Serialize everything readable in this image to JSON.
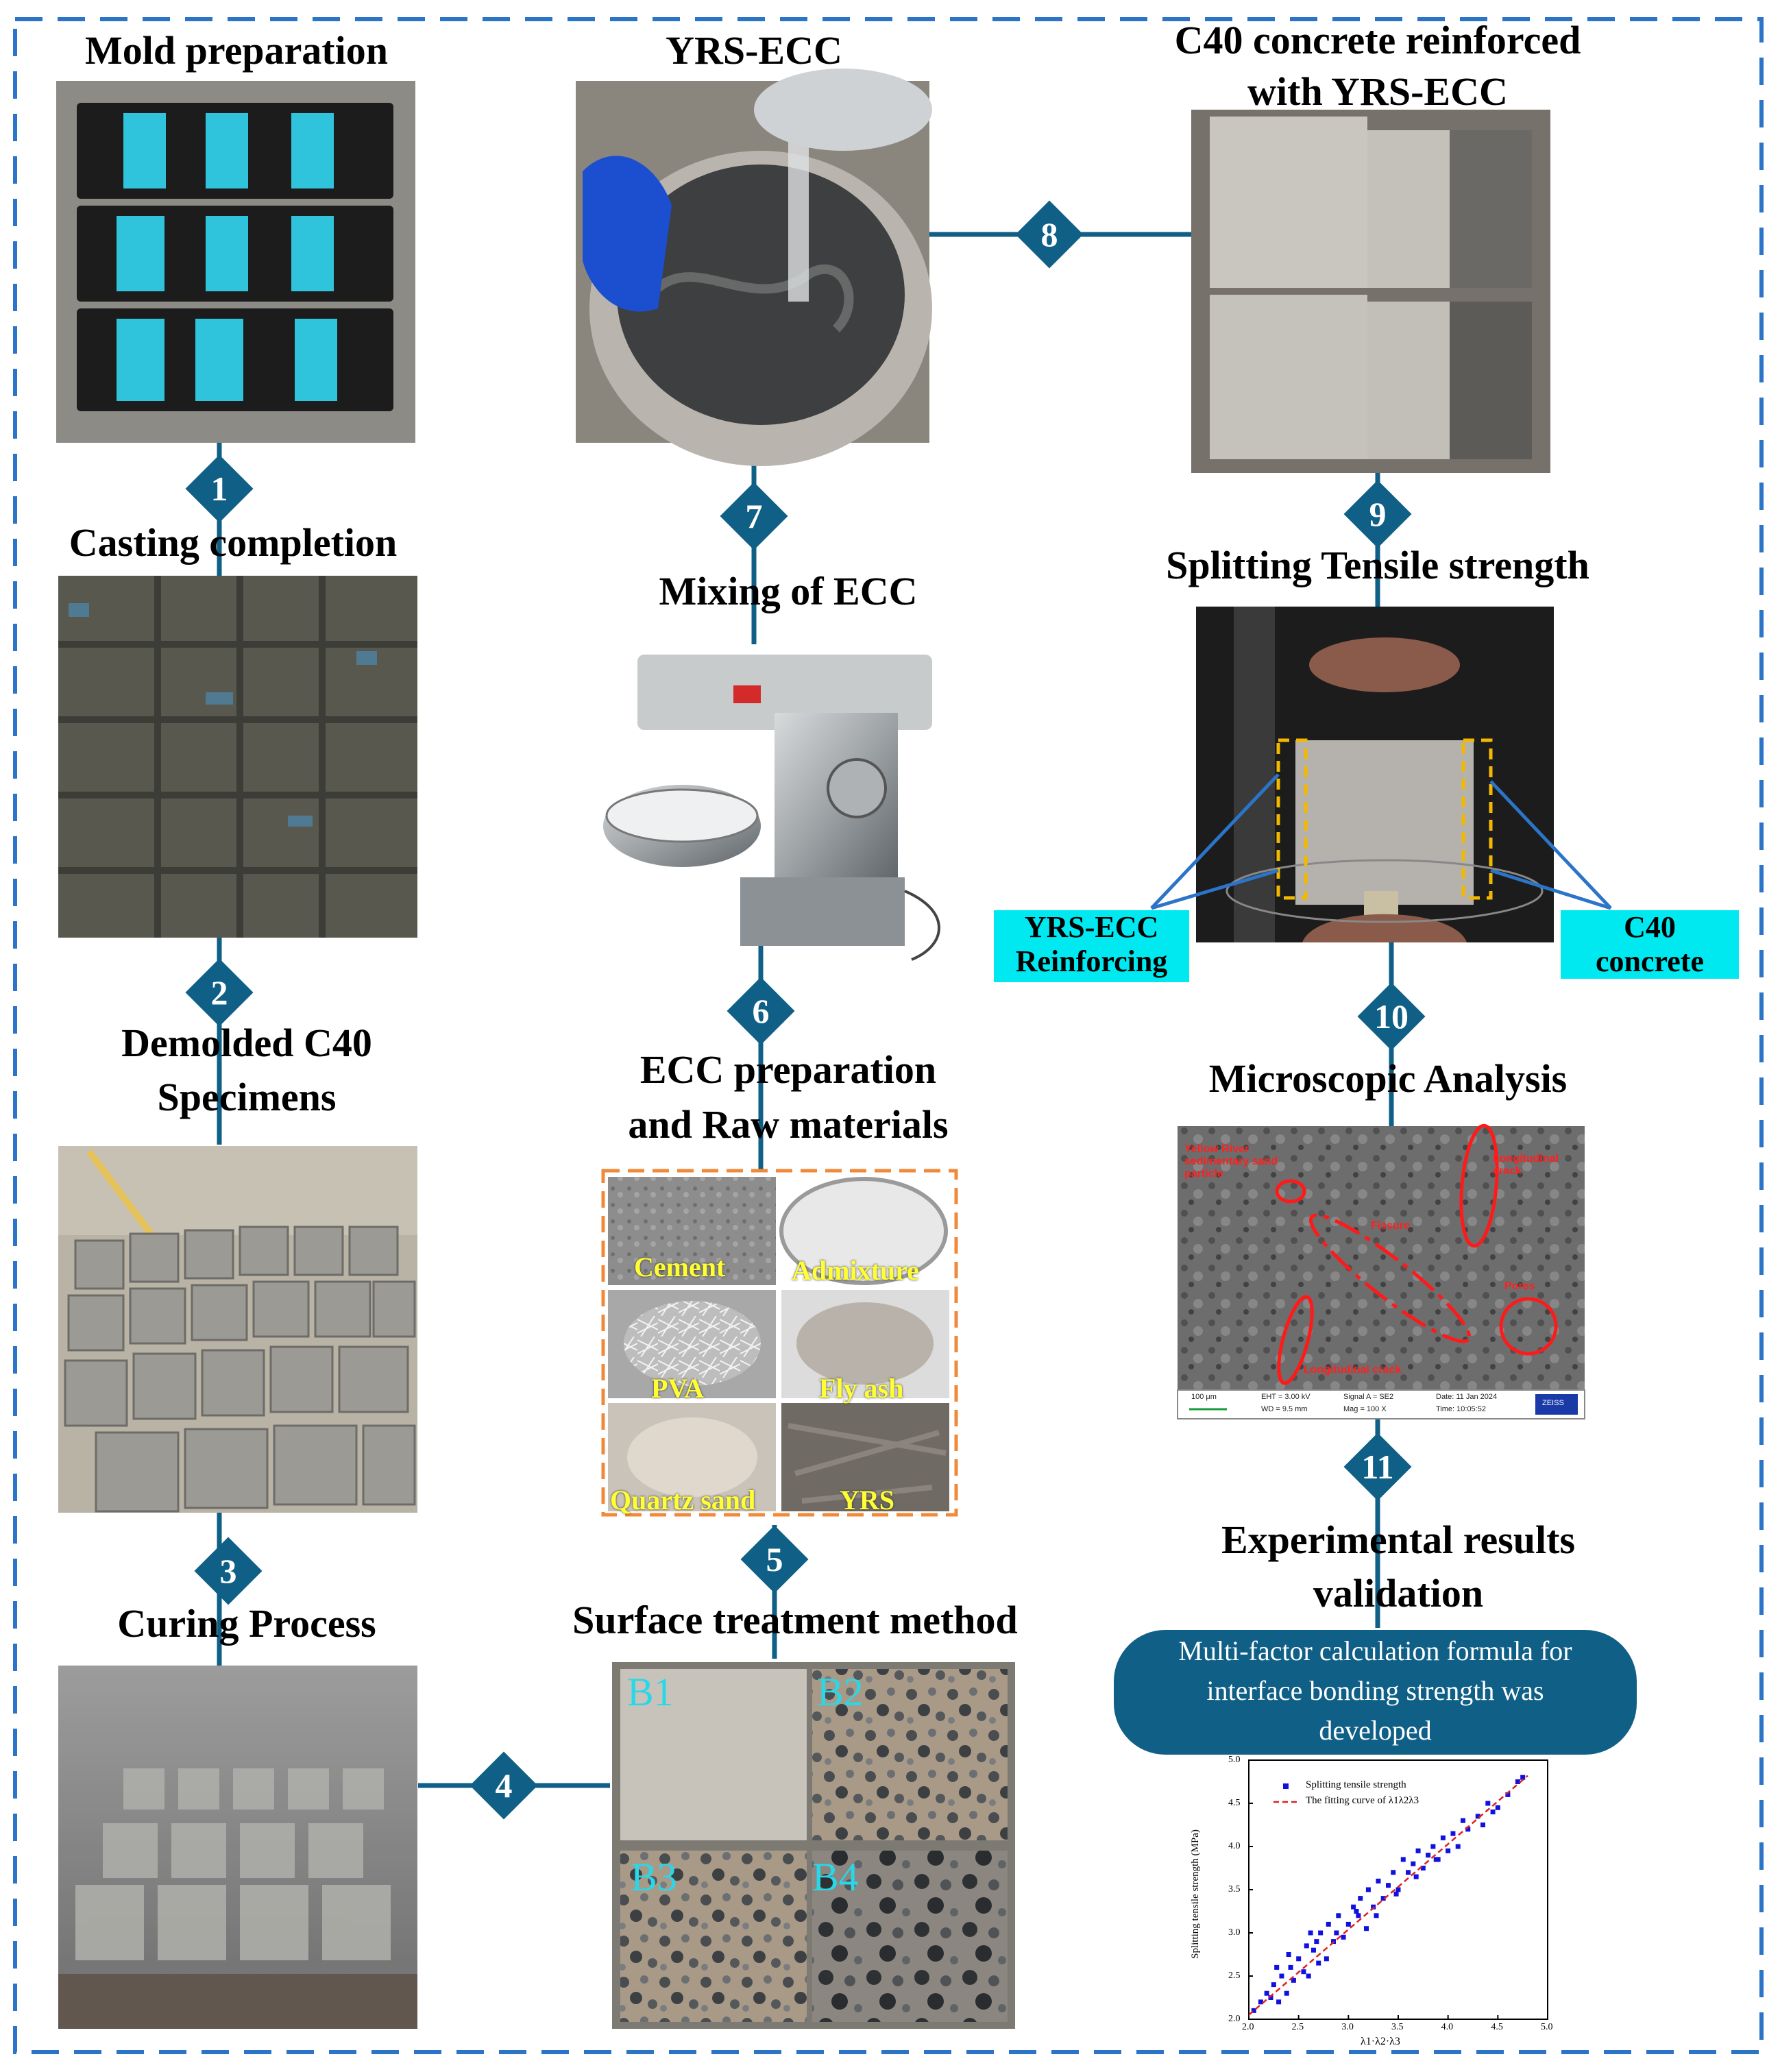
{
  "colors": {
    "accent": "#0f5f86",
    "frame": "#2b74c8",
    "callout": "#00e8f0",
    "material_text": "#ffff33",
    "sample_text": "#28d8e8"
  },
  "steps": [
    {
      "title": "Mold preparation"
    },
    {
      "title": "Casting completion"
    },
    {
      "title_line1": "Demolded C40",
      "title_line2": "Specimens"
    },
    {
      "title": "Curing Process"
    },
    {
      "title": "Surface treatment method"
    },
    {
      "title_line1": "ECC preparation",
      "title_line2": "and Raw materials"
    },
    {
      "title": "Mixing of  ECC"
    },
    {
      "title": "YRS-ECC"
    },
    {
      "title_line1": "C40 concrete reinforced",
      "title_line2": "with YRS-ECC"
    },
    {
      "title": "Splitting Tensile strength"
    },
    {
      "title": "Microscopic Analysis"
    },
    {
      "title_line1": "Experimental results",
      "title_line2": "validation"
    }
  ],
  "connector_numbers": [
    "1",
    "2",
    "3",
    "4",
    "5",
    "6",
    "7",
    "8",
    "9",
    "10",
    "11"
  ],
  "surface_samples": [
    "B1",
    "B2",
    "B3",
    "B4"
  ],
  "materials": [
    "Cement",
    "Admixture",
    "PVA",
    "Fly ash",
    "Quartz sand",
    "YRS"
  ],
  "callouts": {
    "left_line1": "YRS-ECC",
    "left_line2": "Reinforcing",
    "right_line1": "C40",
    "right_line2": "concrete"
  },
  "microscope": {
    "annotations": [
      "Yellow River sedimentary sand particle",
      "Longitudinal crack",
      "Fissure",
      "Pores",
      "Longitudinal crack"
    ],
    "scale_bar": "100 μm",
    "info": [
      "EHT = 3.00 kV",
      "WD = 9.5 mm",
      "Signal A = SE2",
      "Mag = 100 X",
      "Date: 11 Jan 2024",
      "Time: 10:05:52"
    ],
    "brand": "ZEISS"
  },
  "result_box": {
    "line1": "Multi-factor calculation formula for",
    "line2": "interface bonding strength was",
    "line3": "developed"
  },
  "chart_data": {
    "type": "scatter",
    "title": "",
    "xlabel": "λ1·λ2·λ3",
    "ylabel": "Splitting tensile strength (MPa)",
    "xlim": [
      2.0,
      5.0
    ],
    "ylim": [
      2.0,
      5.0
    ],
    "xticks": [
      "2.0",
      "2.5",
      "3.0",
      "3.5",
      "4.0",
      "4.5",
      "5.0"
    ],
    "yticks": [
      "2.0",
      "2.5",
      "3.0",
      "3.5",
      "4.0",
      "4.5",
      "5.0"
    ],
    "legend_position": "top-left",
    "series": [
      {
        "name": "Splitting tensile strength",
        "kind": "points",
        "x": [
          2.05,
          2.12,
          2.18,
          2.22,
          2.25,
          2.3,
          2.33,
          2.38,
          2.42,
          2.45,
          2.5,
          2.55,
          2.6,
          2.62,
          2.65,
          2.7,
          2.72,
          2.78,
          2.8,
          2.85,
          2.9,
          2.95,
          3.0,
          3.05,
          3.1,
          3.12,
          3.18,
          3.2,
          3.25,
          3.3,
          3.35,
          3.4,
          3.45,
          3.5,
          3.55,
          3.6,
          3.65,
          3.7,
          3.75,
          3.8,
          3.85,
          3.9,
          3.95,
          4.0,
          4.05,
          4.1,
          4.15,
          4.2,
          4.3,
          4.35,
          4.4,
          4.45,
          4.5,
          4.6,
          4.7,
          4.75,
          2.28,
          2.4,
          2.58,
          2.68,
          2.88,
          3.08,
          3.28,
          3.48,
          3.68,
          3.88
        ],
        "y": [
          2.1,
          2.2,
          2.3,
          2.25,
          2.4,
          2.2,
          2.5,
          2.3,
          2.6,
          2.45,
          2.7,
          2.55,
          2.5,
          3.0,
          2.8,
          2.65,
          3.0,
          2.7,
          3.1,
          2.9,
          3.2,
          2.95,
          3.1,
          3.3,
          3.2,
          3.4,
          3.05,
          3.5,
          3.3,
          3.6,
          3.4,
          3.55,
          3.7,
          3.5,
          3.85,
          3.7,
          3.8,
          3.95,
          3.75,
          3.9,
          4.0,
          3.85,
          4.1,
          3.95,
          4.15,
          4.0,
          4.3,
          4.2,
          4.35,
          4.25,
          4.5,
          4.4,
          4.45,
          4.6,
          4.75,
          4.8,
          2.6,
          2.75,
          2.85,
          2.9,
          3.0,
          3.25,
          3.2,
          3.45,
          3.65,
          3.85
        ]
      },
      {
        "name": "The fitting curve of λ1λ2λ3",
        "kind": "line",
        "x": [
          2.0,
          4.8
        ],
        "y": [
          2.05,
          4.82
        ]
      }
    ]
  }
}
